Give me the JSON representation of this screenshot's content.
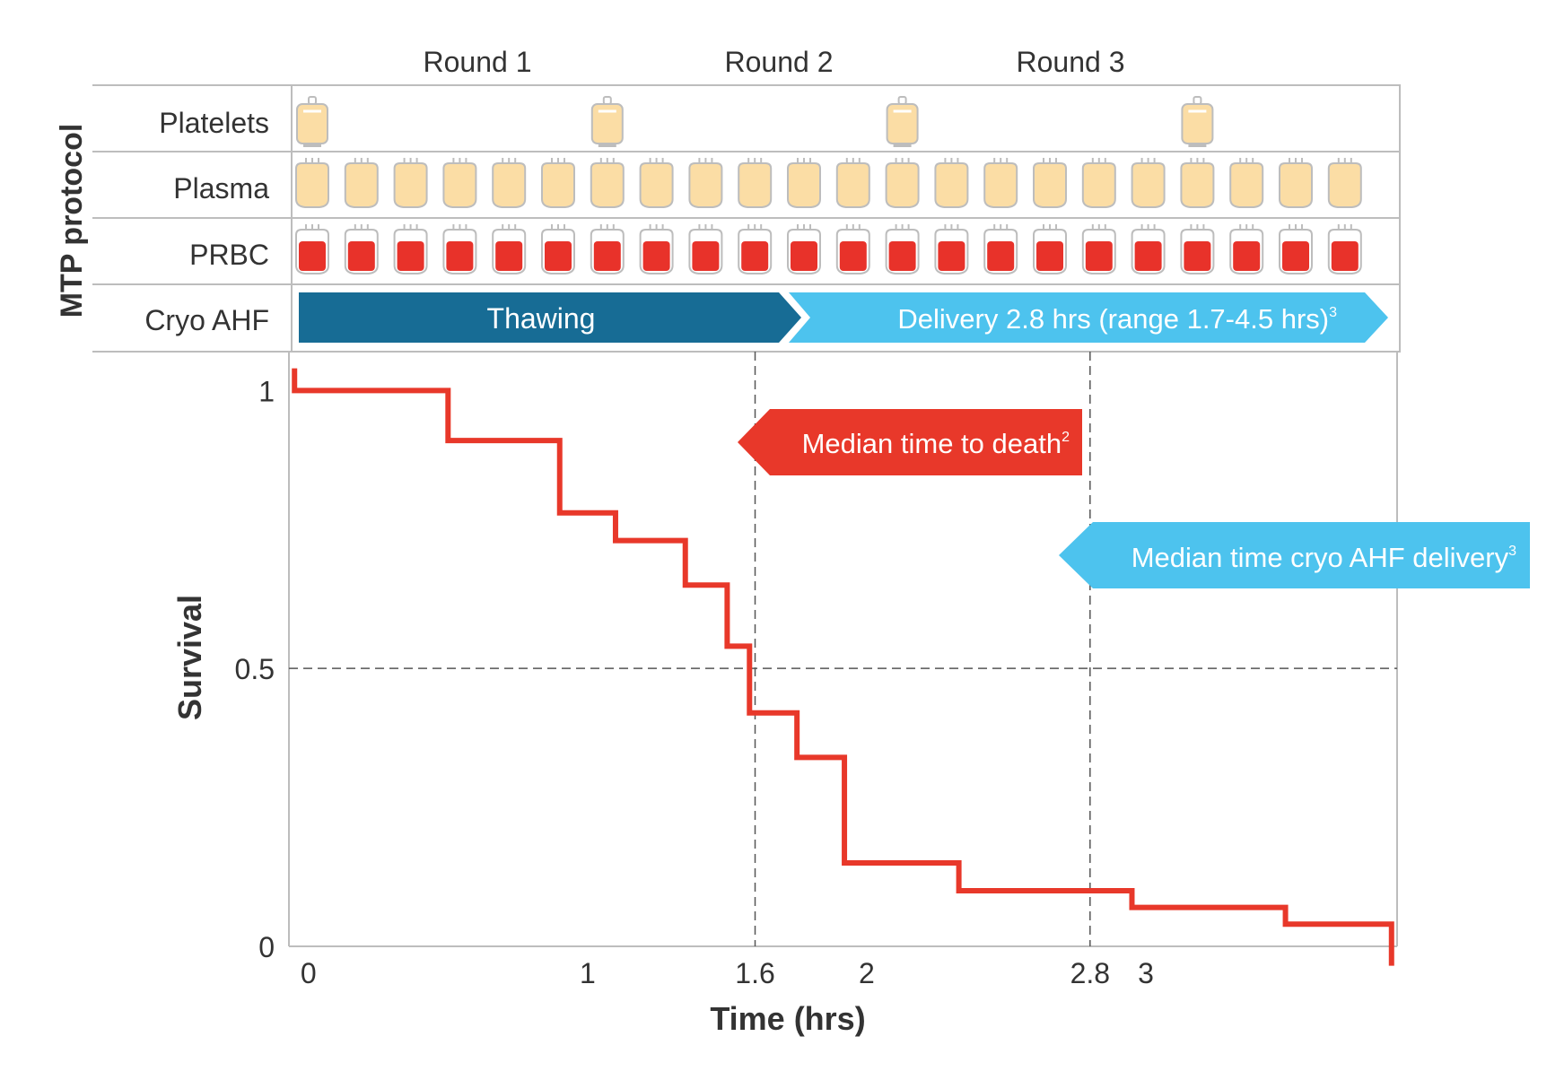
{
  "protocol": {
    "side_label": "MTP protocol",
    "rounds": [
      "Round 1",
      "Round 2",
      "Round 3"
    ],
    "rows": [
      {
        "key": "platelets",
        "label": "Platelets"
      },
      {
        "key": "plasma",
        "label": "Plasma"
      },
      {
        "key": "prbc",
        "label": "PRBC"
      },
      {
        "key": "cryo",
        "label": "Cryo AHF"
      }
    ],
    "platelet_units": 4,
    "plasma_units": 22,
    "prbc_units": 22,
    "thawing_label": "Thawing",
    "delivery_label": "Delivery 2.8 hrs (range 1.7-4.5 hrs)",
    "delivery_sup": "3",
    "colors": {
      "platelet_fill": "#FBDDA5",
      "plasma_fill": "#FBDDA5",
      "prbc_fill": "#E8322A",
      "bag_outline": "#BDBDBD",
      "thawing": "#176C95",
      "delivery": "#4DC3EE",
      "grid_line": "#BDBDBD"
    }
  },
  "annotations": {
    "death_label": "Median time to death",
    "death_sup": "2",
    "death_color": "#E8382A",
    "cryo_label": "Median time cryo AHF delivery",
    "cryo_sup": "3",
    "cryo_color": "#4DC3EE"
  },
  "chart_data": {
    "type": "line",
    "step": true,
    "xlabel": "Time (hrs)",
    "ylabel": "Survival",
    "xlim": [
      -0.07,
      3.9
    ],
    "ylim": [
      0,
      1.07
    ],
    "x_ticks": [
      0,
      1,
      1.6,
      2,
      2.8,
      3
    ],
    "x_tick_labels": [
      "0",
      "1",
      "1.6",
      "2",
      "2.8",
      "3"
    ],
    "y_ticks": [
      0,
      0.5,
      1
    ],
    "y_tick_labels": [
      "0",
      "0.5",
      "1"
    ],
    "reference_lines": {
      "horizontal": [
        0.5
      ],
      "vertical": [
        1.6,
        2.8
      ]
    },
    "grid": false,
    "series": [
      {
        "color": "#E8382A",
        "x": [
          -0.05,
          0.5,
          0.9,
          1.1,
          1.35,
          1.5,
          1.58,
          1.75,
          1.92,
          2.33,
          2.95,
          3.5,
          3.88
        ],
        "y": [
          1.0,
          0.91,
          0.78,
          0.73,
          0.65,
          0.54,
          0.42,
          0.34,
          0.15,
          0.1,
          0.07,
          0.04,
          0.0
        ]
      }
    ]
  }
}
